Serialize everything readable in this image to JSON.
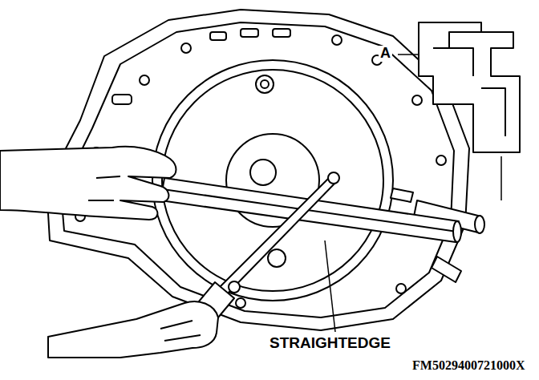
{
  "diagram": {
    "labels": [
      "A",
      "STRAIGHTEDGE",
      "FM5029400721000X"
    ]
  }
}
